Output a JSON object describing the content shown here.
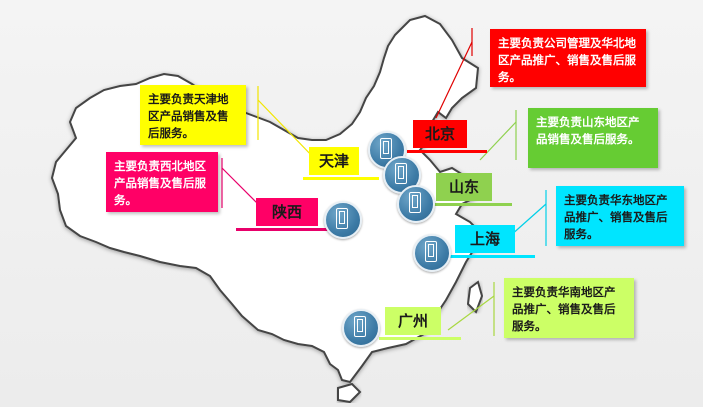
{
  "locations": [
    {
      "key": "beijing",
      "label": "北京",
      "desc": "主要负责公司管理及华北地区产品推广、销售及售后服务。",
      "label_bg": "#ff0000",
      "label_color": "#1a1a1a",
      "box_bg": "#ff0000",
      "box_color": "#ffffff",
      "bar_color": "#ff0000"
    },
    {
      "key": "tianjin",
      "label": "天津",
      "desc": "主要负责天津地区产品销售及售后服务。",
      "label_bg": "#ffff00",
      "label_color": "#1a1a1a",
      "box_bg": "#ffff00",
      "box_color": "#1a1a1a",
      "bar_color": "#ffff00"
    },
    {
      "key": "shaanxi",
      "label": "陕西",
      "desc": "主要负责西北地区产品销售及售后服务。",
      "label_bg": "#ff0066",
      "label_color": "#1a1a1a",
      "box_bg": "#ff0066",
      "box_color": "#ffffff",
      "bar_color": "#e8006a"
    },
    {
      "key": "shandong",
      "label": "山东",
      "desc": "主要负责山东地区产品销售及售后服务。",
      "label_bg": "#8fd14f",
      "label_color": "#1a1a1a",
      "box_bg": "#66cc33",
      "box_color": "#ffffff",
      "bar_color": "#8fd14f"
    },
    {
      "key": "shanghai",
      "label": "上海",
      "desc": "主要负责华东地区产品推广、销售及售后服务。",
      "label_bg": "#00e5ff",
      "label_color": "#1a1a1a",
      "box_bg": "#00e5ff",
      "box_color": "#1a1a1a",
      "bar_color": "#00e5ff"
    },
    {
      "key": "guangzhou",
      "label": "广州",
      "desc": "主要负责华南地区产品推广、销售及售后服务。",
      "label_bg": "#ccff66",
      "label_color": "#1a1a1a",
      "box_bg": "#ccff66",
      "box_color": "#1a1a1a",
      "bar_color": "#ccff66"
    }
  ],
  "icons": {
    "pin": "smartphone-icon"
  }
}
